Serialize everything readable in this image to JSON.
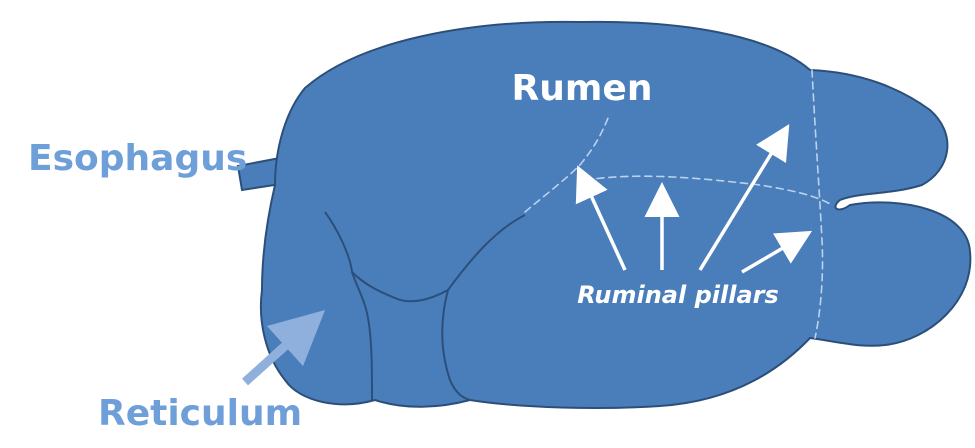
{
  "labels": {
    "rumen": "Rumen",
    "esophagus": "Esophagus",
    "reticulum": "Reticulum",
    "ruminal_pillars": "Ruminal pillars"
  },
  "colors": {
    "organ_fill": "#4a7ebb",
    "organ_outline": "#2c4f7a",
    "outer_label": "#6f9fd8",
    "inner_label": "#ffffff",
    "reticulum_arrow": "#8fb0dc",
    "pillar_marks": "#bcd1ec"
  }
}
